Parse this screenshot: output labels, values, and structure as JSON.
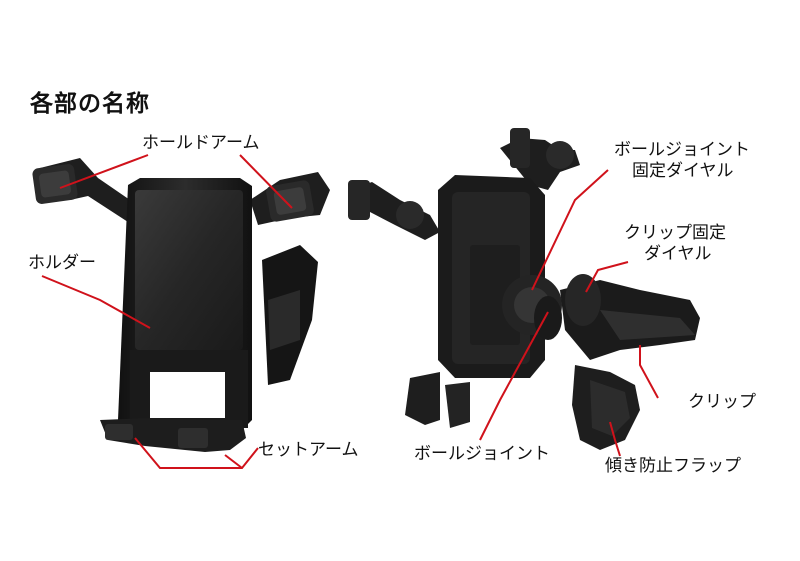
{
  "title": "各部の名称",
  "labels": {
    "hold_arm": "ホールドアーム",
    "holder": "ホルダー",
    "set_arm": "セットアーム",
    "ball_joint_dial_line1": "ボールジョイント",
    "ball_joint_dial_line2": "固定ダイヤル",
    "clip_dial_line1": "クリップ固定",
    "clip_dial_line2": "ダイヤル",
    "clip": "クリップ",
    "ball_joint": "ボールジョイント",
    "anti_tilt_flap": "傾き防止フラップ"
  },
  "colors": {
    "leader_line": "#d0121b",
    "product_dark": "#1c1c1c",
    "product_mid": "#2e2e2e",
    "product_light": "#4a4a4a"
  }
}
